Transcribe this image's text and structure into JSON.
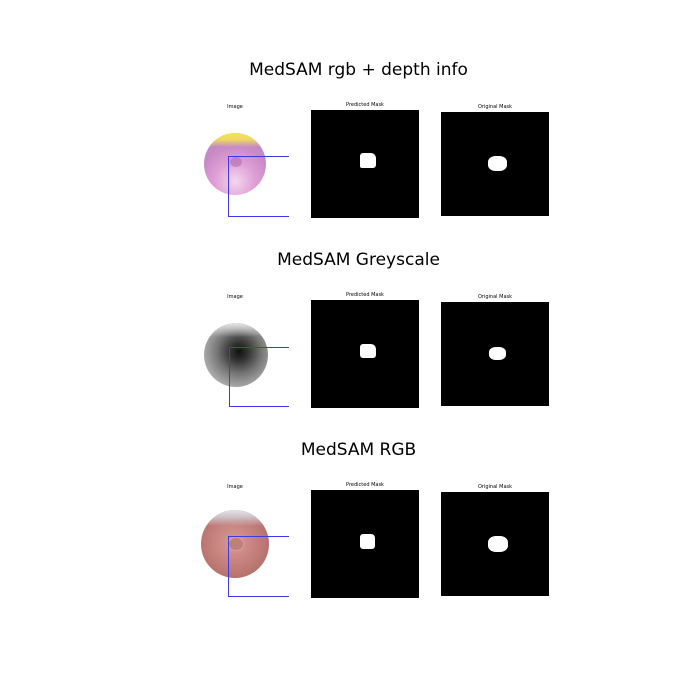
{
  "rows": [
    {
      "title": "MedSAM rgb + depth info",
      "image_label": "Image",
      "predicted_label": "Predicted Mask",
      "original_label": "Original Mask",
      "style": "rgb-depth"
    },
    {
      "title": "MedSAM Greyscale",
      "image_label": "Image",
      "predicted_label": "Predicted Mask",
      "original_label": "Original Mask",
      "style": "greyscale"
    },
    {
      "title": "MedSAM RGB",
      "image_label": "Image",
      "predicted_label": "Predicted Mask",
      "original_label": "Original Mask",
      "style": "rgb"
    }
  ],
  "colors": {
    "background": "#ffffff",
    "mask_background": "#000000",
    "mask_foreground": "#ffffff",
    "bounding_box": "#3a3ae6"
  }
}
